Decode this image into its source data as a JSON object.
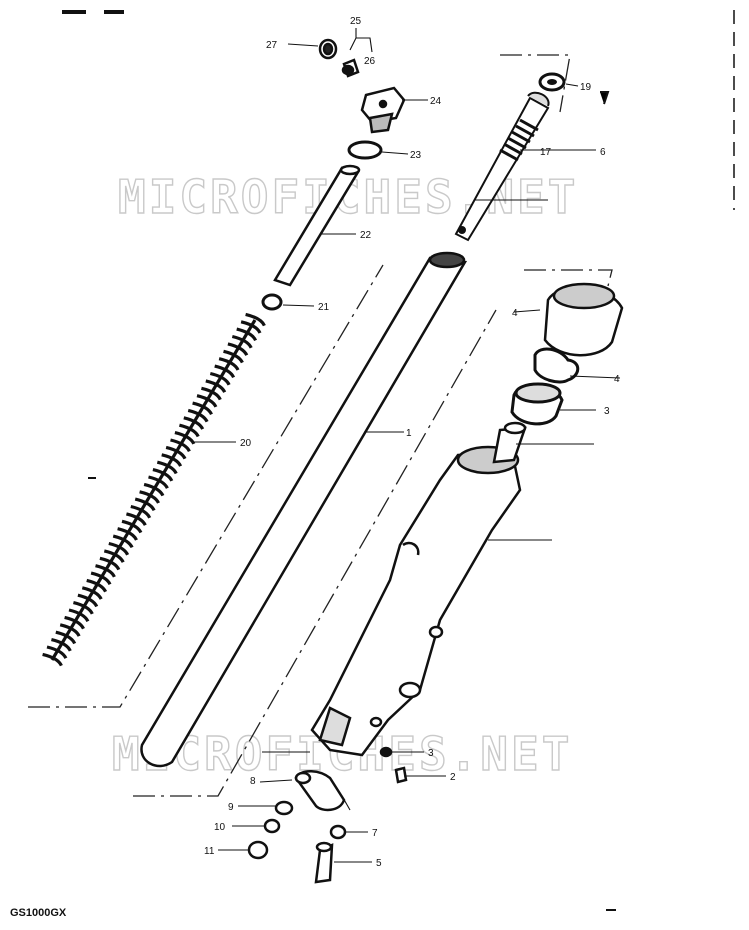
{
  "watermark": "MICROFICHES.NET",
  "model_code": "GS1000GX",
  "callouts": [
    {
      "id": "c27",
      "text": "27"
    },
    {
      "id": "c25",
      "text": "25"
    },
    {
      "id": "c26",
      "text": "26"
    },
    {
      "id": "c24",
      "text": "24"
    },
    {
      "id": "c23",
      "text": "23"
    },
    {
      "id": "c22",
      "text": "22"
    },
    {
      "id": "c21",
      "text": "21"
    },
    {
      "id": "c20",
      "text": "20"
    },
    {
      "id": "c19",
      "text": "19"
    },
    {
      "id": "c17",
      "text": "17"
    },
    {
      "id": "c16",
      "text": "6"
    },
    {
      "id": "c4a",
      "text": "4"
    },
    {
      "id": "c4b",
      "text": "4"
    },
    {
      "id": "c3",
      "text": "3"
    },
    {
      "id": "c1",
      "text": "1"
    },
    {
      "id": "c3b",
      "text": "3"
    },
    {
      "id": "c2",
      "text": "2"
    },
    {
      "id": "c8",
      "text": "8"
    },
    {
      "id": "c9",
      "text": "9"
    },
    {
      "id": "c10",
      "text": "10"
    },
    {
      "id": "c7",
      "text": "7"
    },
    {
      "id": "c11",
      "text": "11"
    },
    {
      "id": "c5",
      "text": "5"
    }
  ]
}
